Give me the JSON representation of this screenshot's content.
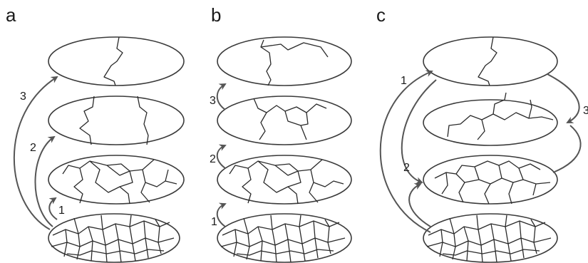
{
  "panels": [
    {
      "letter": "a",
      "steps": [
        "1",
        "2",
        "3"
      ]
    },
    {
      "letter": "b",
      "steps": [
        "1",
        "2",
        "3"
      ]
    },
    {
      "letter": "c",
      "steps": [
        "1",
        "2",
        "3"
      ]
    }
  ],
  "colors": {
    "stroke": "#2a2a2a",
    "arrow": "#555555",
    "background": "#ffffff"
  },
  "icons": [
    "arrowhead-icon"
  ]
}
